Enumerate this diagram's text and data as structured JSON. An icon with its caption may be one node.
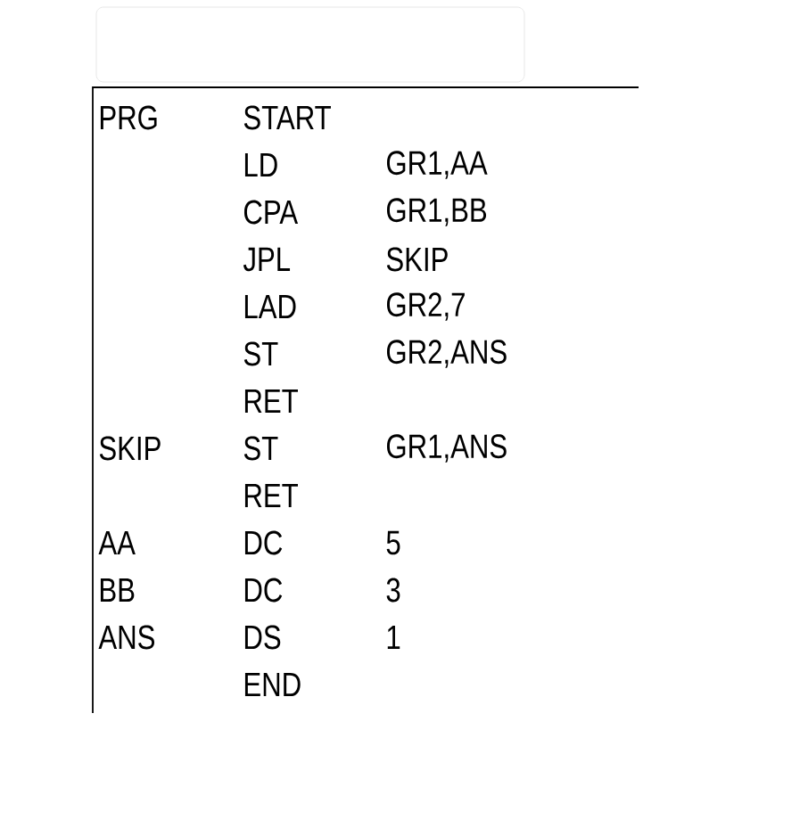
{
  "diagram": {
    "labels": [
      "PRG",
      "START",
      "LD",
      "GR1,AA",
      "CPA",
      "GR1,BB",
      "JPL",
      "SKIP",
      "LAD",
      "GR2,7",
      "ST",
      "GR2,ANS",
      "RET",
      "SKIP",
      "ST",
      "GR1,ANS",
      "RET",
      "AA",
      "DC",
      "5",
      "BB",
      "DC",
      "3",
      "ANS",
      "DS",
      "1",
      "END"
    ]
  }
}
